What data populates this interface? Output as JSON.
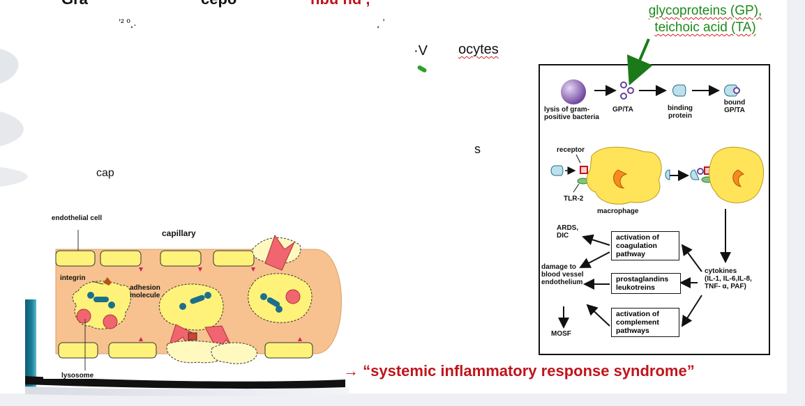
{
  "fragments": {
    "top_left": "Gra",
    "top_mid": "cepo",
    "top_red": "nbu  nd    ,",
    "line2_a": "’² º¸.",
    "line2_b": "¸ ’",
    "line3_a": "·V",
    "line3_b": "ocytes",
    "line5": "s",
    "line6": "cap"
  },
  "note": {
    "line1": "glycoproteins (GP),",
    "line2": "teichoic acid (TA)"
  },
  "left_diagram": {
    "endothelial_cell": "endothelial cell",
    "capillary": "capillary",
    "integrin": "integrin",
    "adhesion_molecule": "adhesion molecule",
    "lysosome": "lysosome"
  },
  "right_diagram": {
    "lysis": "lysis of gram-positive bacteria",
    "gp_ta": "GP/TA",
    "binding_protein": "binding protein",
    "bound_gp_ta": "bound GP/TA",
    "receptor": "receptor",
    "tlr2": "TLR-2",
    "macrophage": "macrophage",
    "ards": "ARDS, DIC",
    "damage": "damage to blood vessel endothelium",
    "mosf": "MOSF",
    "box1": "activation of coagulation pathway",
    "box2": "prostaglandins leukotreins",
    "box3": "activation of complement pathways",
    "cytokines_1": "cytokines",
    "cytokines_2": "(IL-1, IL-6,IL-8,",
    "cytokines_3": "TNF- α, PAF)"
  },
  "sirs": "→ “systemic inflammatory response syndrome”",
  "colors": {
    "green_note": "#1a8a1a",
    "red_text": "#c0141c",
    "cell_yellow": "#fff27a",
    "capillary_fill": "#f7c28f",
    "teal_accent": "#1b6f8a"
  }
}
